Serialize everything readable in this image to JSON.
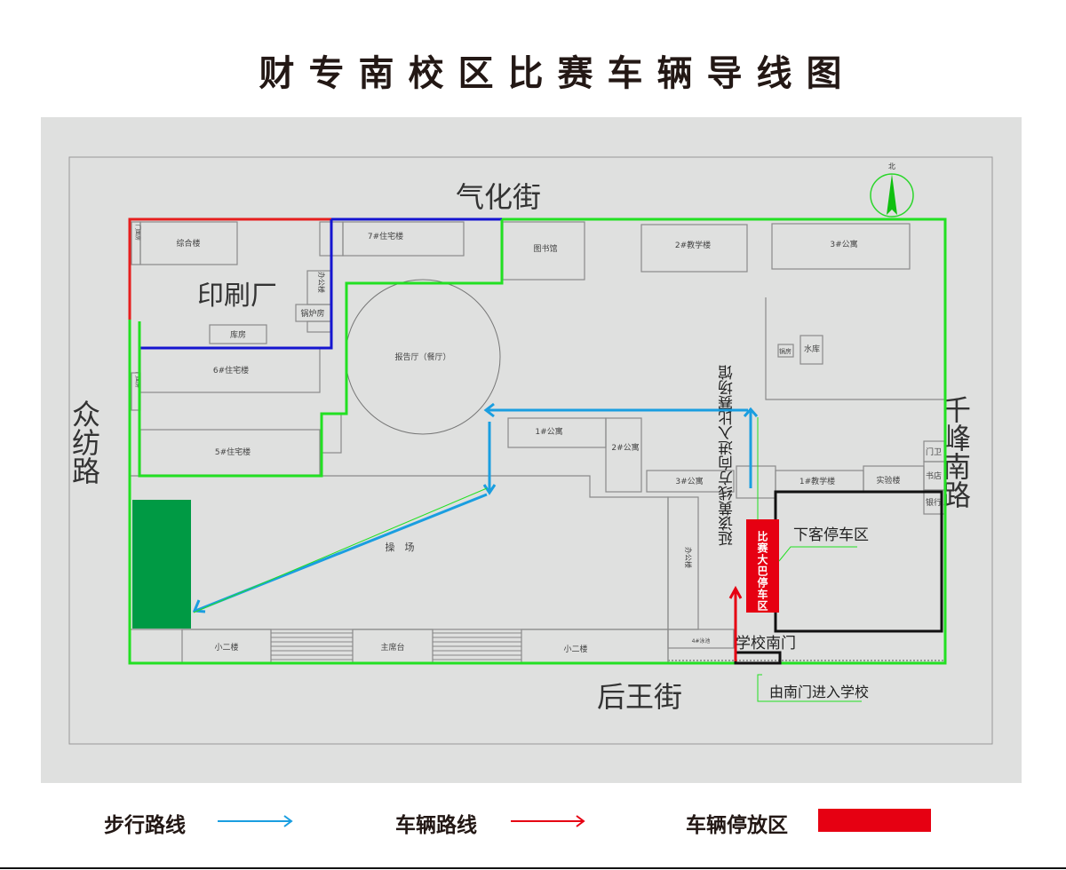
{
  "title": "财专南校区比赛车辆导线图",
  "streets": {
    "north": "气化街",
    "south": "后王街",
    "west": "众纺路",
    "east": "千峰南路"
  },
  "compass_label": "北",
  "buildings": {
    "zonghe": "综合楼",
    "menmian1": "门面房",
    "menmian2": "门面房",
    "printing": "印刷厂",
    "bangong_small": "办公楼",
    "guolu": "锅炉房",
    "kufang": "库房",
    "zhuzhai7": "7#住宅楼",
    "zhuzhai6": "6#住宅楼",
    "zhuzhai5": "5#住宅楼",
    "baogao": "报告厅（餐厅）",
    "library": "图书馆",
    "jiaoxue2": "2#教学楼",
    "gongyu3_top": "3#公寓",
    "guofang": "锅房",
    "shuiku": "水库",
    "gongyu1": "1#公寓",
    "gongyu2": "2#公寓",
    "gongyu3": "3#公寓",
    "jiaoxue1": "1#教学楼",
    "shiyan": "实验楼",
    "menwei": "门卫",
    "shudian": "书店",
    "yinhang": "银行",
    "caochang": "操　场",
    "bangong": "办公楼",
    "xiaoer1": "小二楼",
    "zhuxitai": "主席台",
    "xiaoer2": "小二楼",
    "yongchi": "4#泳池"
  },
  "annotations": {
    "follow_line": "延该黄线方向进入比赛场馆",
    "dropoff": "下客停车区",
    "bus_parking": "比赛大巴停车区",
    "south_gate": "学校南门",
    "enter_south": "由南门进入学校"
  },
  "legend": {
    "walk": "步行路线",
    "vehicle": "车辆路线",
    "parking": "车辆停放区"
  },
  "colors": {
    "walk": "#1a9ee0",
    "vehicle": "#e60012",
    "parking": "#e60012",
    "boundary": "#22e022",
    "green_area": "#009a44"
  }
}
